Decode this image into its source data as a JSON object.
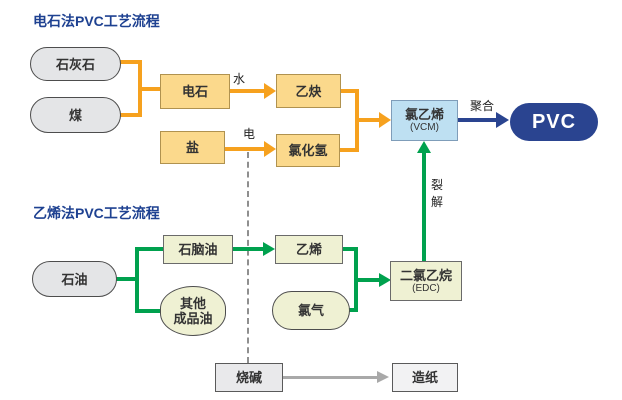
{
  "top_process": {
    "title": "电石法PVC工艺流程",
    "nodes": {
      "limestone": "石灰石",
      "coal": "煤",
      "carbide": "电石",
      "acetylene": "乙炔",
      "salt": "盐",
      "hydrogen_chloride": "氯化氢",
      "vcm_name": "氯乙烯",
      "vcm_abbr": "(VCM)",
      "pvc": "PVC"
    },
    "edge_labels": {
      "water": "水",
      "electricity": "电",
      "polymerization": "聚合"
    }
  },
  "bottom_process": {
    "title": "乙烯法PVC工艺流程",
    "nodes": {
      "petroleum": "石油",
      "naphtha": "石脑油",
      "other_refined_oil_line1": "其他",
      "other_refined_oil_line2": "成品油",
      "ethylene": "乙烯",
      "chlorine": "氯气",
      "edc_name": "二氯乙烷",
      "edc_abbr": "(EDC)",
      "caustic_soda": "烧碱",
      "papermaking": "造纸"
    },
    "edge_labels": {
      "cracking": "裂解"
    }
  },
  "colors": {
    "title_text": "#1E4191",
    "carbide_route_accent": "#F6A11E",
    "ethylene_route_accent": "#00A14E",
    "polymer_accent": "#2A4490",
    "raw_material_fill": "#E4E5E7",
    "carbide_node_fill": "#FBD98C",
    "vcm_fill": "#BEE0F2",
    "pvc_fill": "#2A4490",
    "ethylene_node_fill": "#EFF1D3",
    "byproduct_arrow": "#A9A9A9"
  }
}
